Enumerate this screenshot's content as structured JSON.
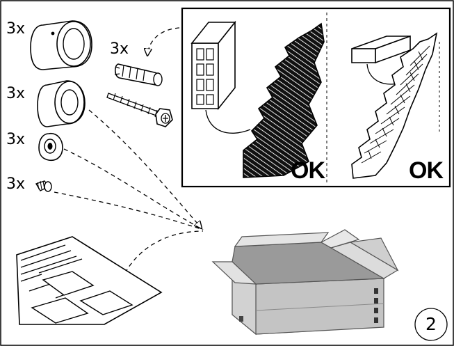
{
  "quantities": {
    "cap_large": "3x",
    "wall_plug": "3x",
    "spacer_sleeve": "3x",
    "washer": "3x",
    "small_screw": "3x"
  },
  "wall_types": {
    "hollow_block": "OK",
    "solid_brick": "OK"
  },
  "step_number": "2"
}
